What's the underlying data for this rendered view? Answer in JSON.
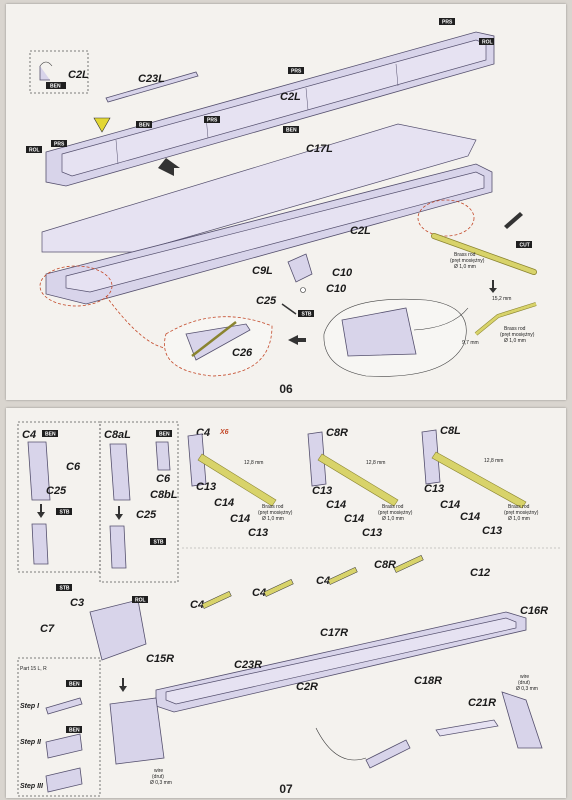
{
  "pages": {
    "top_number": "06",
    "bottom_number": "07"
  },
  "labels": {
    "c2l": "C2L",
    "c23l": "C23L",
    "c17l": "C17L",
    "c9l": "C9L",
    "c10": "C10",
    "c25": "C25",
    "c26": "C26",
    "c4": "C4",
    "c6": "C6",
    "c8al": "C8aL",
    "c8bl": "C8bL",
    "c8r": "C8R",
    "c8l": "C8L",
    "c13": "C13",
    "c14": "C14",
    "c3": "C3",
    "c7": "C7",
    "c15r": "C15R",
    "c23r": "C23R",
    "c2r": "C2R",
    "c17r": "C17R",
    "c12": "C12",
    "c16r": "C16R",
    "c18r": "C18R",
    "c21r": "C21R"
  },
  "tags": {
    "prs": "PRS",
    "rol": "ROL",
    "ben": "BEN",
    "stb": "STB",
    "cut": "CUT",
    "x6": "X6"
  },
  "notes": {
    "brass_rod": "Brass rod",
    "brass_rod_pl": "(pręt mosiężny)",
    "rod_10": "Ø 1,0 mm",
    "rod_03": "Ø 0,3 mm",
    "dim_152": "15,2 mm",
    "dim_97": "9,7 mm",
    "dim_128": "12,8 mm",
    "wire": "wire",
    "wire_pl": "(drut)",
    "step1": "Step I",
    "step2": "Step II",
    "step3": "Step III",
    "part_ref": "Part 15 L, R"
  },
  "colors": {
    "part_fill": "#d8d4ea",
    "part_stroke": "#55506e",
    "rod": "#d8d36a",
    "guide_dashed": "#c44a2a",
    "warning_triangle": "#e3d733",
    "tag_bg": "#1f1f1f"
  }
}
